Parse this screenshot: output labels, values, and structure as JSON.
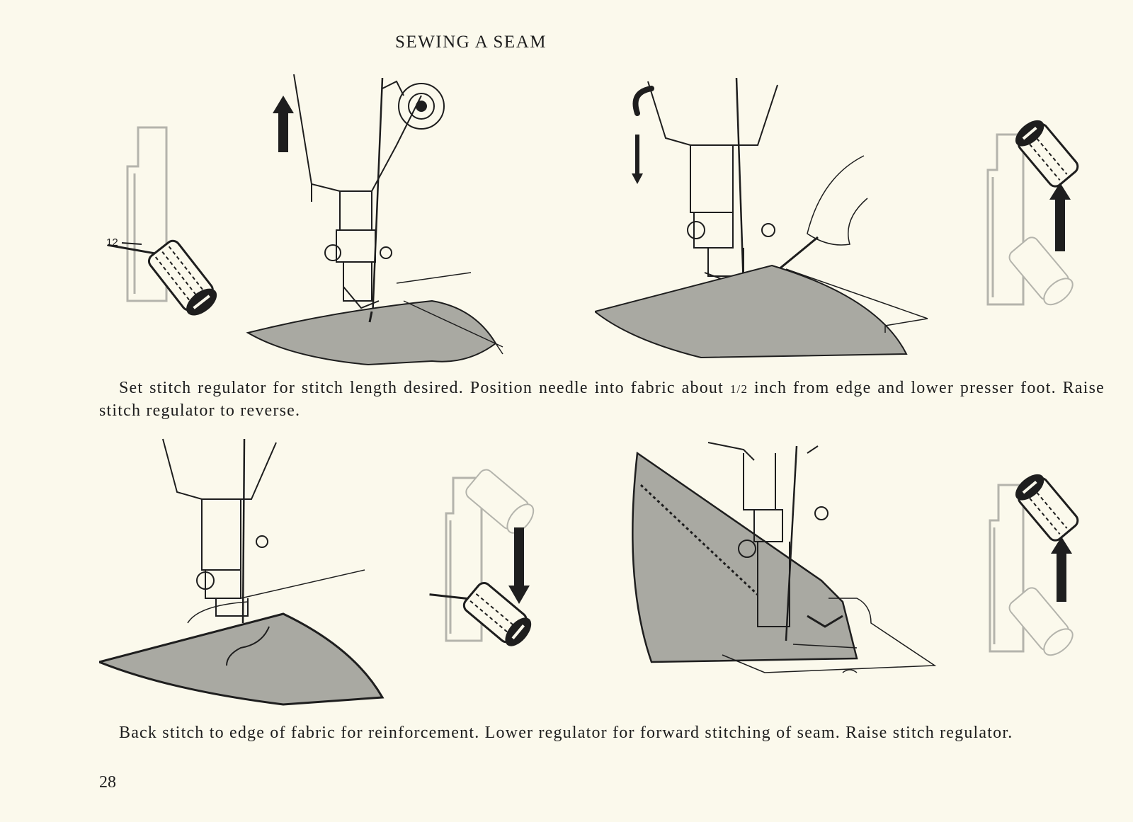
{
  "page": {
    "title": "SEWING A SEAM",
    "page_number": "28"
  },
  "captions": [
    {
      "part1": "Set stitch regulator for stitch length desired. Position needle into fabric about ",
      "fraction": "1/2",
      "part2": " inch from edge and lower presser foot. Raise stitch regulator to reverse."
    },
    {
      "text": "Back stitch to edge of fabric for reinforcement. Lower regulator for forward stitching of seam. Raise stitch regulator."
    }
  ],
  "figures": {
    "fig1": {
      "regulator_label": "12",
      "arrow": "up"
    },
    "fig2": {
      "arrow": "down",
      "regulator_arrow": "up"
    },
    "fig3": {
      "regulator_arrow": "down"
    },
    "fig4": {
      "regulator_arrow": "up"
    }
  },
  "colors": {
    "paper": "#fbf9ec",
    "ink": "#1e1e1e",
    "fabric": "#a9a9a2",
    "faint": "#b4b4ac"
  }
}
